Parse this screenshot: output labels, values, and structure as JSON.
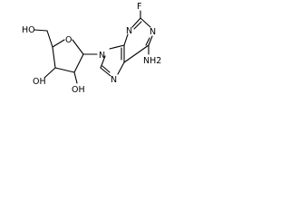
{
  "molecule": {
    "atoms": {
      "ho": "HO",
      "ring_o": "O",
      "oh_c3": "OH",
      "oh_c2": "OH",
      "n9": "N",
      "n7": "N",
      "n3": "N",
      "n1": "N",
      "f": "F",
      "nh2": "NH2"
    }
  },
  "colors": {
    "ink": "#000000",
    "background": "#ffffff"
  }
}
